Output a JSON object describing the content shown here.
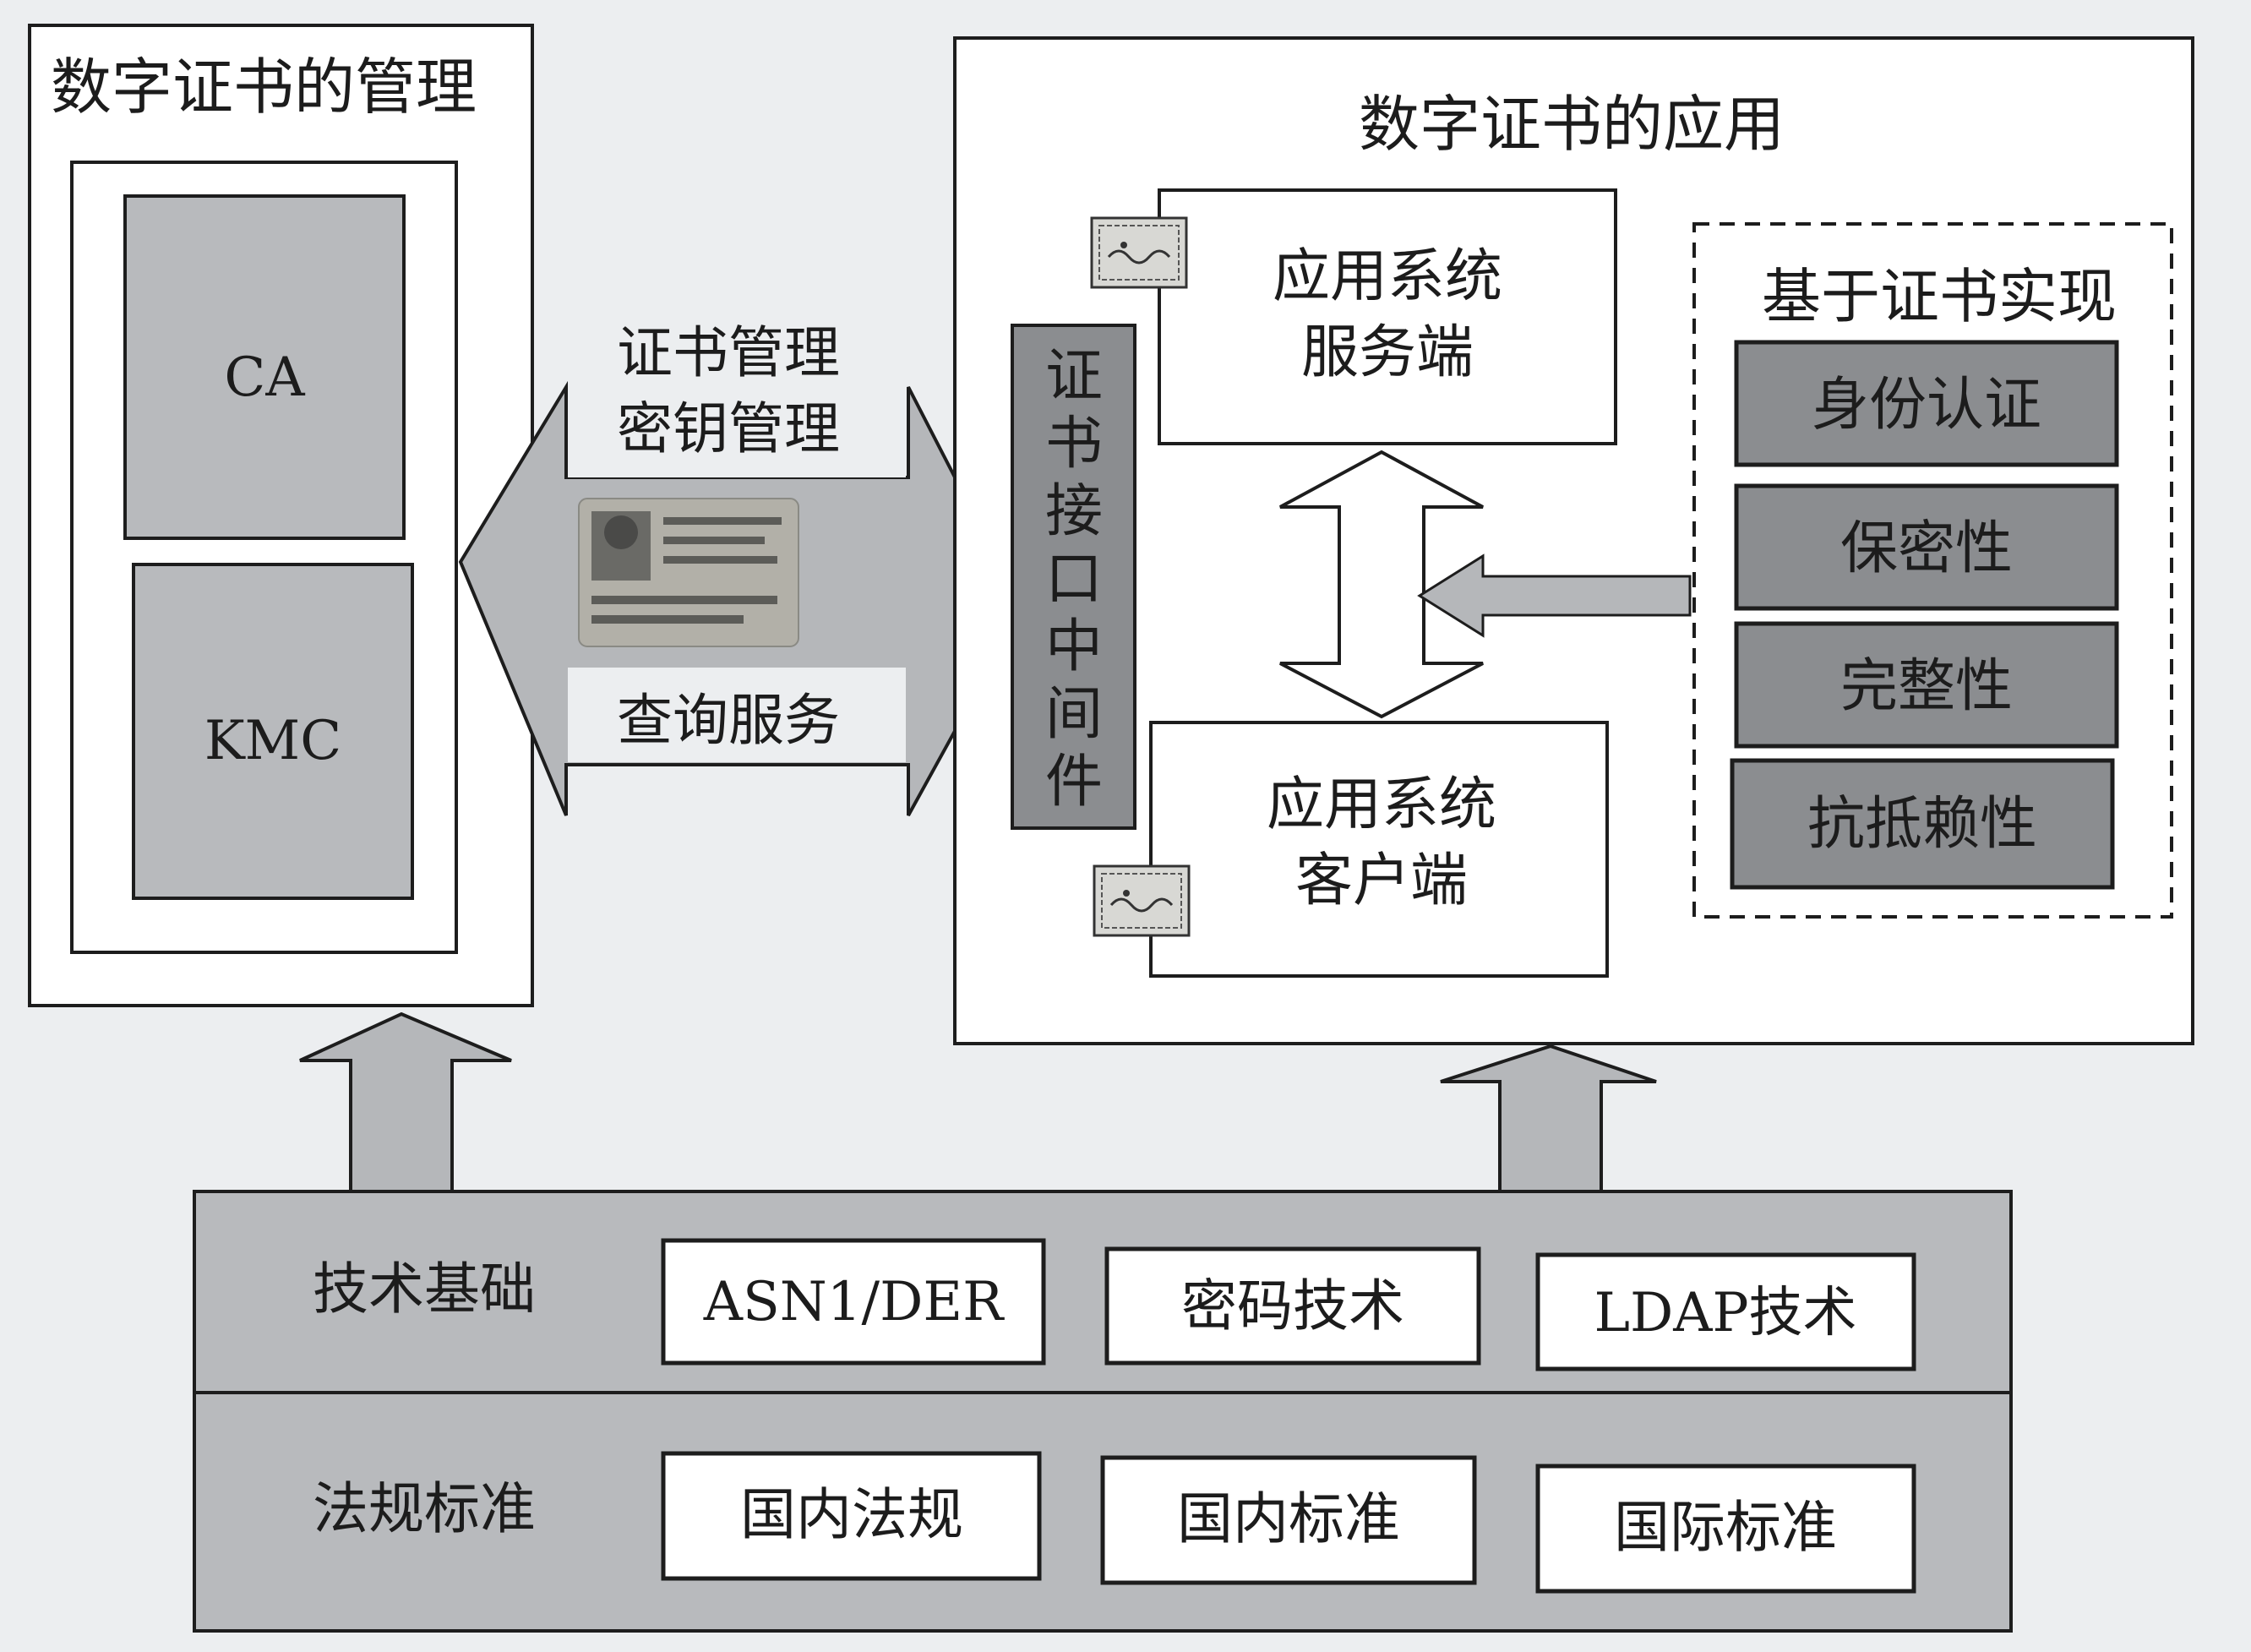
{
  "management": {
    "title": "数字证书的管理",
    "ca_label": "CA",
    "kmc_label": "KMC"
  },
  "exchange": {
    "upper_line1": "证书管理",
    "upper_line2": "密钥管理",
    "lower_label": "查询服务"
  },
  "middleware": {
    "chars": [
      "证",
      "书",
      "接",
      "口",
      "中",
      "间",
      "件"
    ]
  },
  "application": {
    "title": "数字证书的应用",
    "server_line1": "应用系统",
    "server_line2": "服务端",
    "client_line1": "应用系统",
    "client_line2": "客户端"
  },
  "cert_based": {
    "title": "基于证书实现",
    "items": [
      "身份认证",
      "保密性",
      "完整性",
      "抗抵赖性"
    ]
  },
  "foundation": {
    "tech_label": "技术基础",
    "tech_items": [
      "ASN1/DER",
      "密码技术",
      "LDAP技术"
    ],
    "law_label": "法规标准",
    "law_items": [
      "国内法规",
      "国内标准",
      "国际标准"
    ]
  },
  "colors": {
    "background": "#eceef0",
    "box_fill": "#ffffff",
    "gray_fill": "#b8babd",
    "dark_fill": "#8b8d90",
    "arrow_fill": "#b5b7ba",
    "line": "#1d1d1d"
  }
}
